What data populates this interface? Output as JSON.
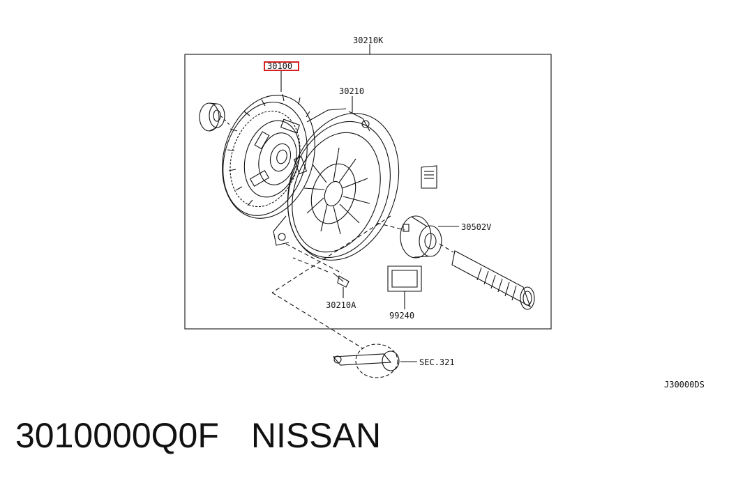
{
  "callouts": {
    "kit": "30210K",
    "disc": "30100",
    "cover": "30210",
    "bearing": "30502V",
    "bolt": "30210A",
    "grease": "99240",
    "section": "SEC.321",
    "diagram_code": "J30000DS"
  },
  "caption": {
    "part_number": "3010000Q0F",
    "brand": "NISSAN"
  },
  "colors": {
    "line": "#111111",
    "highlight": "#d42020",
    "background": "#ffffff"
  }
}
